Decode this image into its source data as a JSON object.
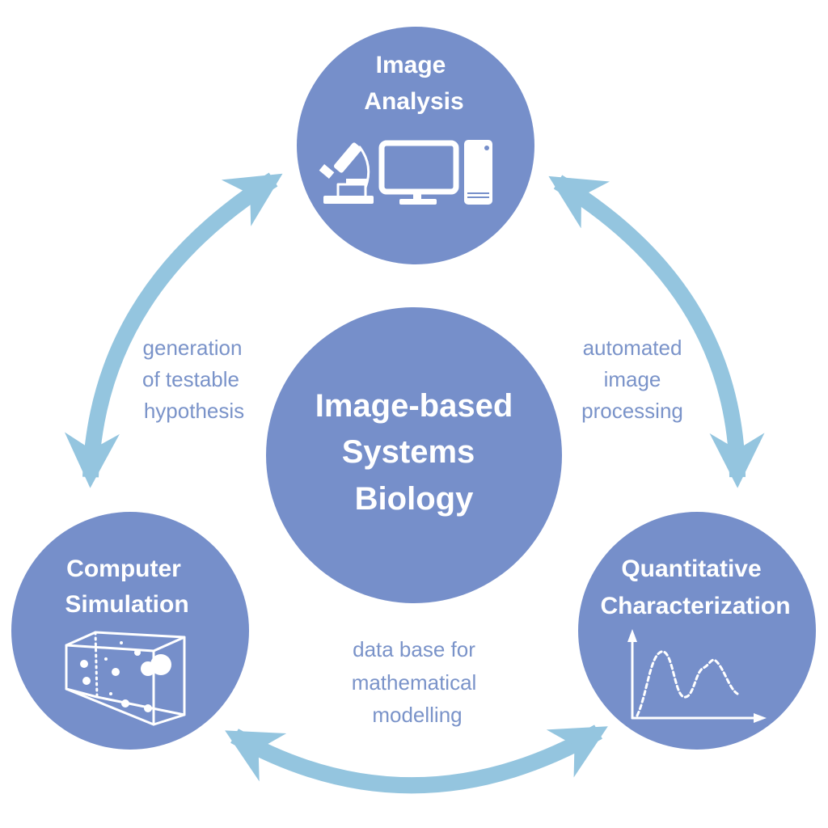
{
  "colors": {
    "node_fill": "#768fca",
    "arrow": "#94c5df",
    "label_text": "#7a93c9",
    "node_text": "#ffffff"
  },
  "center": {
    "line1": "Image-based",
    "line2": "Systems",
    "line3": "Biology"
  },
  "nodes": {
    "top": {
      "line1": "Image",
      "line2": "Analysis",
      "icons": [
        "microscope-icon",
        "monitor-icon",
        "computer-tower-icon"
      ]
    },
    "left": {
      "line1": "Computer",
      "line2": "Simulation",
      "icons": [
        "simulation-box-icon"
      ]
    },
    "right": {
      "line1": "Quantitative",
      "line2": "Characterization",
      "icons": [
        "line-graph-icon"
      ]
    }
  },
  "edges": {
    "left": {
      "line1": "generation",
      "line2": "of testable",
      "line3": "hypothesis"
    },
    "right": {
      "line1": "automated",
      "line2": "image",
      "line3": "processing"
    },
    "bottom": {
      "line1": "data base for",
      "line2": "mathematical",
      "line3": "modelling"
    }
  }
}
